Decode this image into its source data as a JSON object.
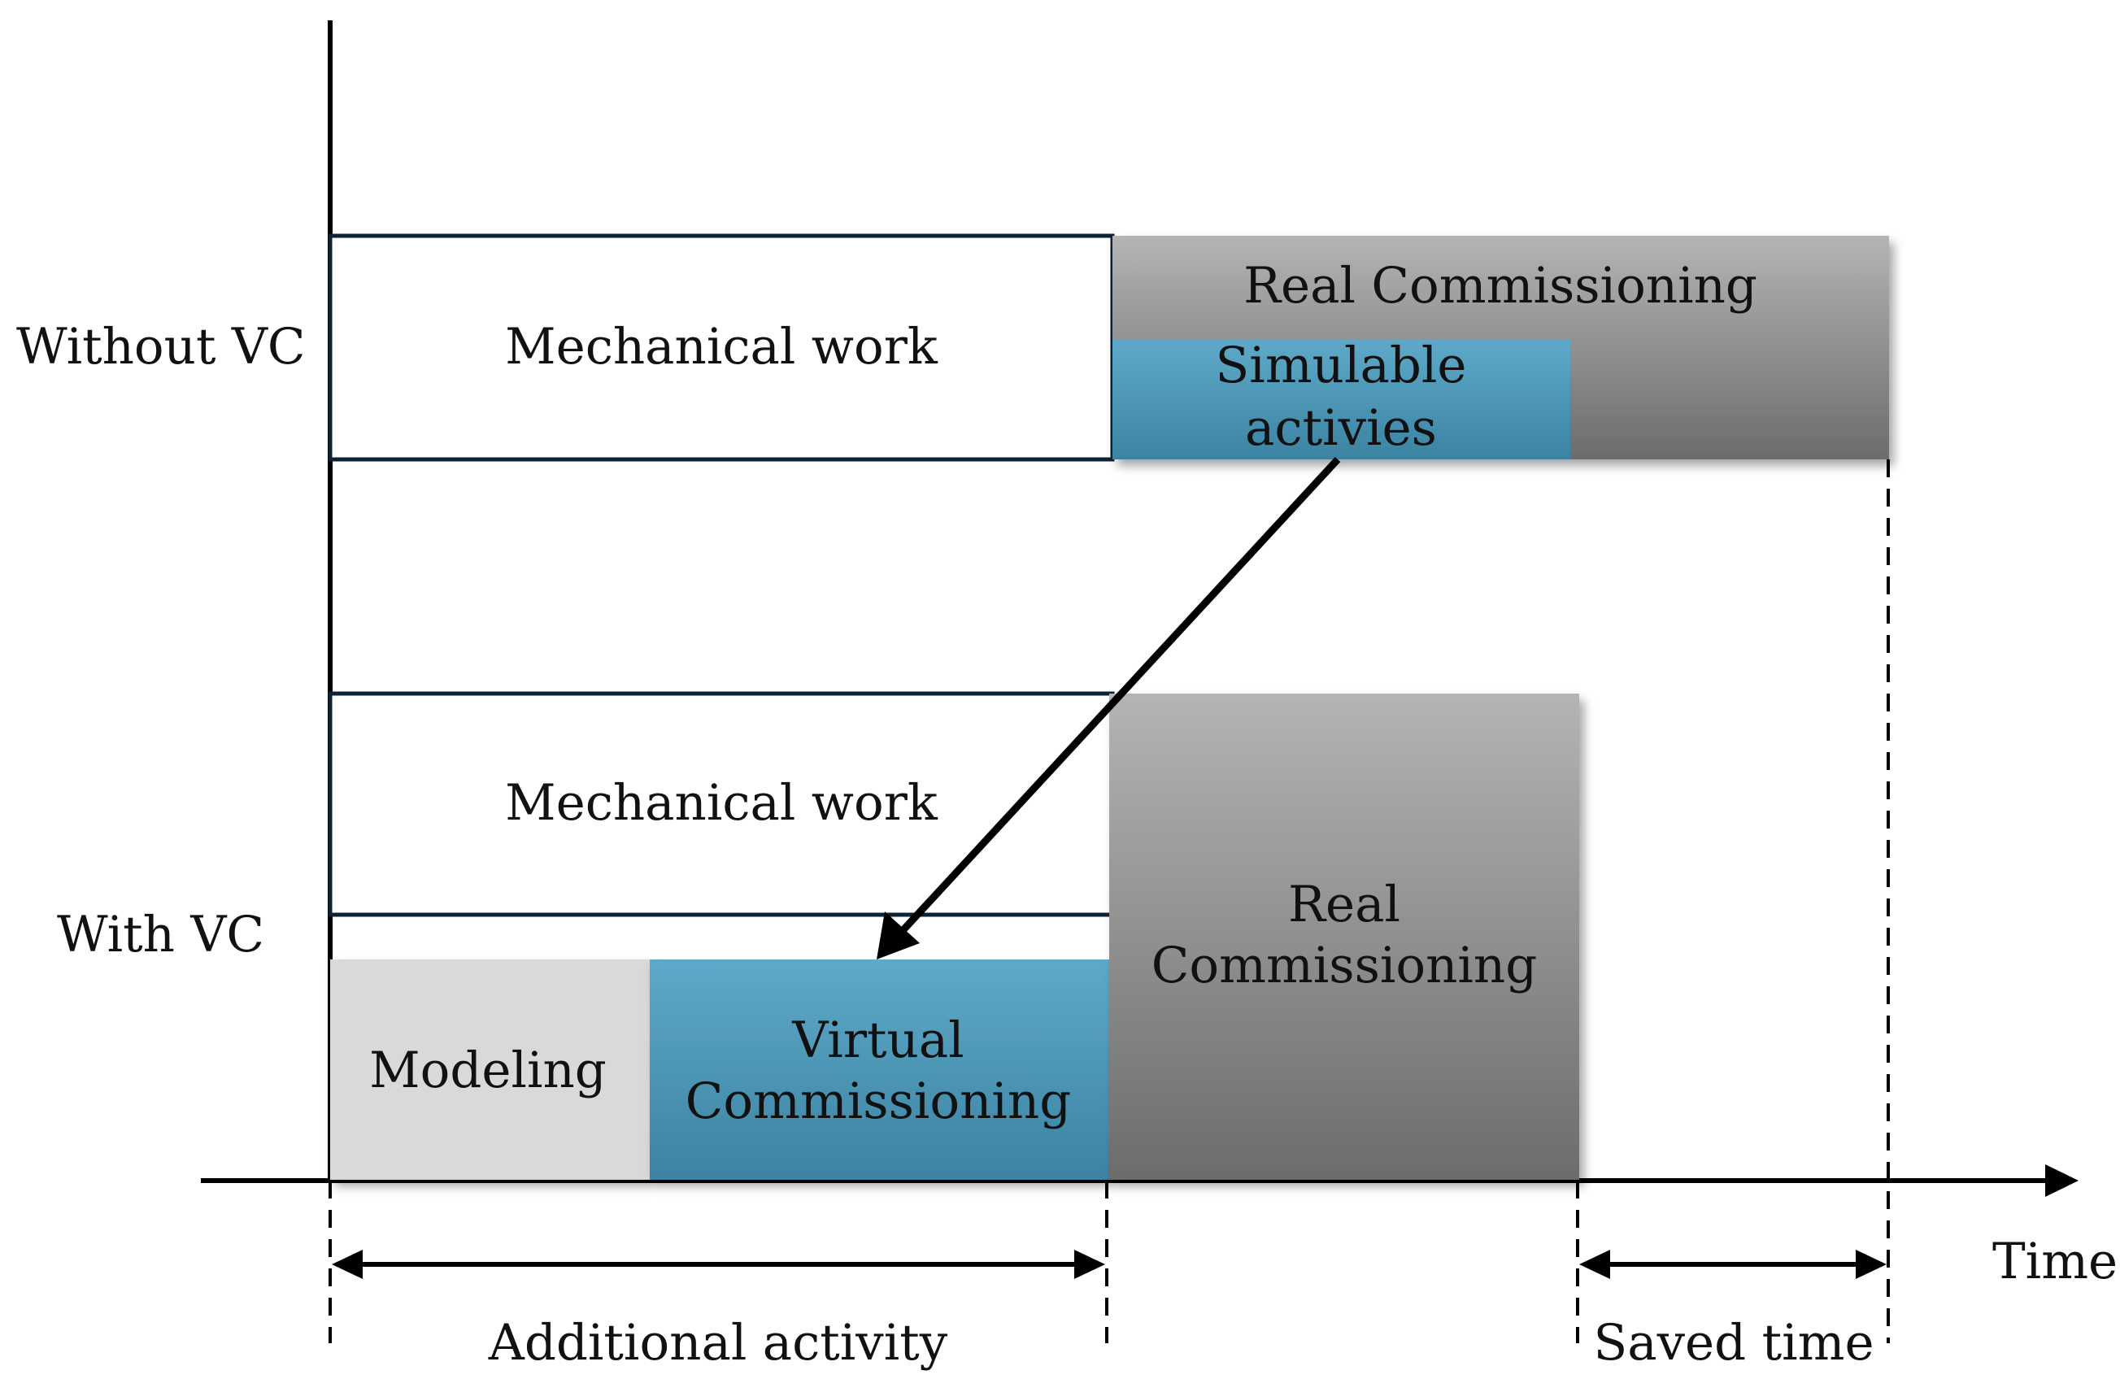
{
  "rows": {
    "without_vc": {
      "label": "Without VC",
      "mechanical": "Mechanical work",
      "real_commissioning": "Real Commissioning",
      "simulable_line1": "Simulable",
      "simulable_line2": "activies"
    },
    "with_vc": {
      "label": "With VC",
      "mechanical": "Mechanical work",
      "modeling": "Modeling",
      "virtual_line1": "Virtual",
      "virtual_line2": "Commissioning",
      "real_line1": "Real",
      "real_line2": "Commissioning"
    }
  },
  "axis": {
    "label": "Time"
  },
  "spans": {
    "additional_activity": "Additional activity",
    "saved_time": "Saved time"
  },
  "colors": {
    "outline": "#0f2233",
    "gray_light": "#b2b2b2",
    "gray_dark": "#6f6f6f",
    "blue_light": "#5ba6c6",
    "blue_dark": "#3f87a6",
    "modeling_gray": "#d9d9d9",
    "line": "#000000"
  }
}
